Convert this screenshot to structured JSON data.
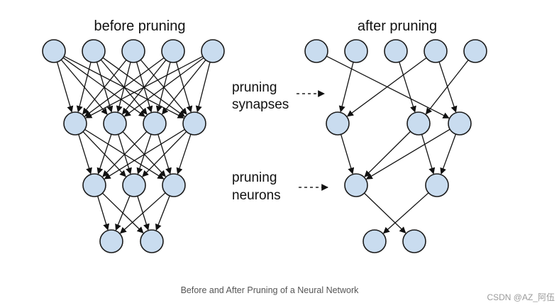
{
  "diagram": {
    "left_title": "before pruning",
    "right_title": "after pruning",
    "label_synapses_line1": "pruning",
    "label_synapses_line2": "synapses",
    "label_neurons_line1": "pruning",
    "label_neurons_line2": "neurons",
    "node_fill": "#c9dcef",
    "node_stroke": "#1b1b1b"
  },
  "caption": "Before and After Pruning of a Neural Network",
  "watermark": "CSDN @AZ_阿伍"
}
